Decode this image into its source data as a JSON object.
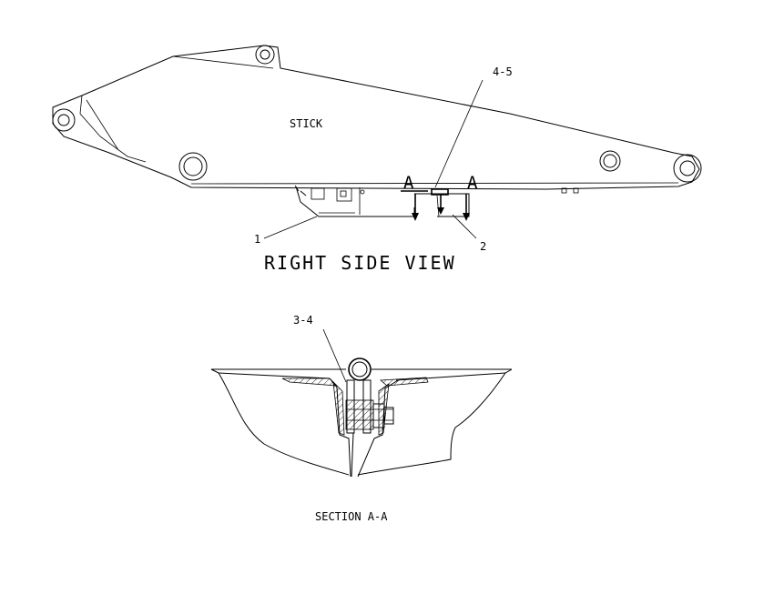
{
  "labels": {
    "stick": "STICK",
    "right_side_view": "RIGHT SIDE VIEW",
    "section_title": "SECTION A-A",
    "section_mark_left": "A",
    "section_mark_right": "A",
    "callout_1": "1",
    "callout_2": "2",
    "callout_4_5": "4-5",
    "callout_3_4": "3-4"
  }
}
